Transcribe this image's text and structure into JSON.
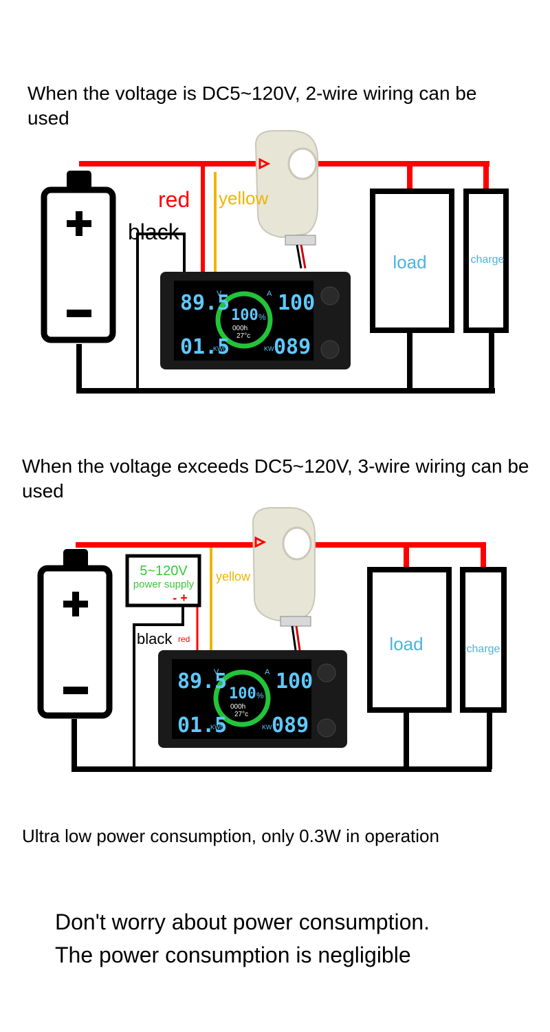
{
  "diagram1": {
    "heading": "When the voltage is DC5~120V, 2-wire wiring can be used",
    "labels": {
      "red": "red",
      "yellow": "yellow",
      "black": "black",
      "load": "load",
      "charge": "charge"
    },
    "meter": {
      "voltage": "89.5",
      "voltage_unit": "V",
      "current": "100",
      "current_unit": "A",
      "percent": "100",
      "percent_unit": "%",
      "hours": "000h",
      "temp": "27°c",
      "energy": "01.5",
      "energy_unit": "KWh",
      "power": "089",
      "power_unit": "KW"
    }
  },
  "diagram2": {
    "heading": "When the voltage exceeds DC5~120V, 3-wire wiring can be used",
    "labels": {
      "supply_voltage": "5~120V",
      "supply_text": "power supply",
      "supply_polarity": "- +",
      "yellow": "yellow",
      "black": "black",
      "red": "red",
      "load": "load",
      "charge": "charge"
    },
    "meter": {
      "voltage": "89.5",
      "voltage_unit": "V",
      "current": "100",
      "current_unit": "A",
      "percent": "100",
      "percent_unit": "%",
      "hours": "000h",
      "temp": "27°c",
      "energy": "01.5",
      "energy_unit": "KWh",
      "power": "089",
      "power_unit": "KW"
    }
  },
  "note": "Ultra low power consumption, only 0.3W in operation",
  "tagline": {
    "line1": "Don't worry about power consumption.",
    "line2": "The power consumption is negligible"
  },
  "colors": {
    "wire_red": "#ff0000",
    "wire_yellow": "#f0b400",
    "wire_black": "#000000",
    "label_blue": "#4ab3dd",
    "lcd_blue": "#5fc8ff",
    "ring_green": "#22c43a",
    "supply_green": "#38c838"
  },
  "icons": [
    "battery-icon",
    "plus-icon",
    "minus-icon",
    "hall-sensor-icon",
    "meter-display-icon"
  ]
}
